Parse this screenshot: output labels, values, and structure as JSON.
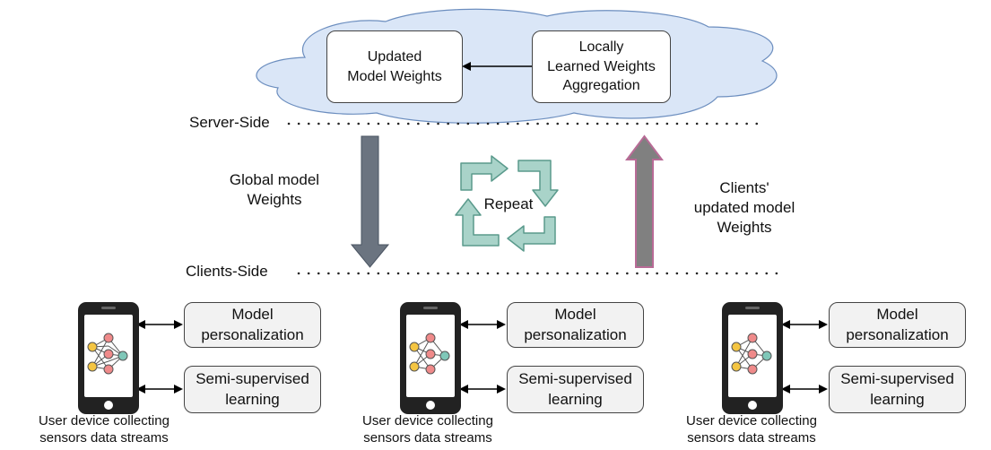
{
  "server": {
    "updated_box": [
      "Updated",
      "Model Weights"
    ],
    "aggregation_box": [
      "Locally",
      "Learned Weights",
      "Aggregation"
    ],
    "side_label": "Server-Side"
  },
  "flow": {
    "down_label": [
      "Global model",
      "Weights"
    ],
    "up_label": [
      "Clients'",
      "updated model",
      "Weights"
    ],
    "cycle_label": "Repeat",
    "down_arrow_color": "#6b7480",
    "up_arrow_color": "#808080",
    "up_arrow_border": "#b86b96",
    "cycle_fill": "#a9d3c9",
    "cycle_stroke": "#5a9a8c",
    "cloud_fill": "#dae6f7",
    "cloud_stroke": "#6c8ebf"
  },
  "clients": {
    "side_label": "Clients-Side",
    "devices": [
      {
        "personalization": [
          "Model",
          "personalization"
        ],
        "semi": [
          "Semi-supervised",
          "learning"
        ],
        "caption": [
          "User device collecting",
          "sensors data streams"
        ]
      },
      {
        "personalization": [
          "Model",
          "personalization"
        ],
        "semi": [
          "Semi-supervised",
          "learning"
        ],
        "caption": [
          "User device collecting",
          "sensors data streams"
        ]
      },
      {
        "personalization": [
          "Model",
          "personalization"
        ],
        "semi": [
          "Semi-supervised",
          "learning"
        ],
        "caption": [
          "User device collecting",
          "sensors data streams"
        ]
      }
    ]
  }
}
